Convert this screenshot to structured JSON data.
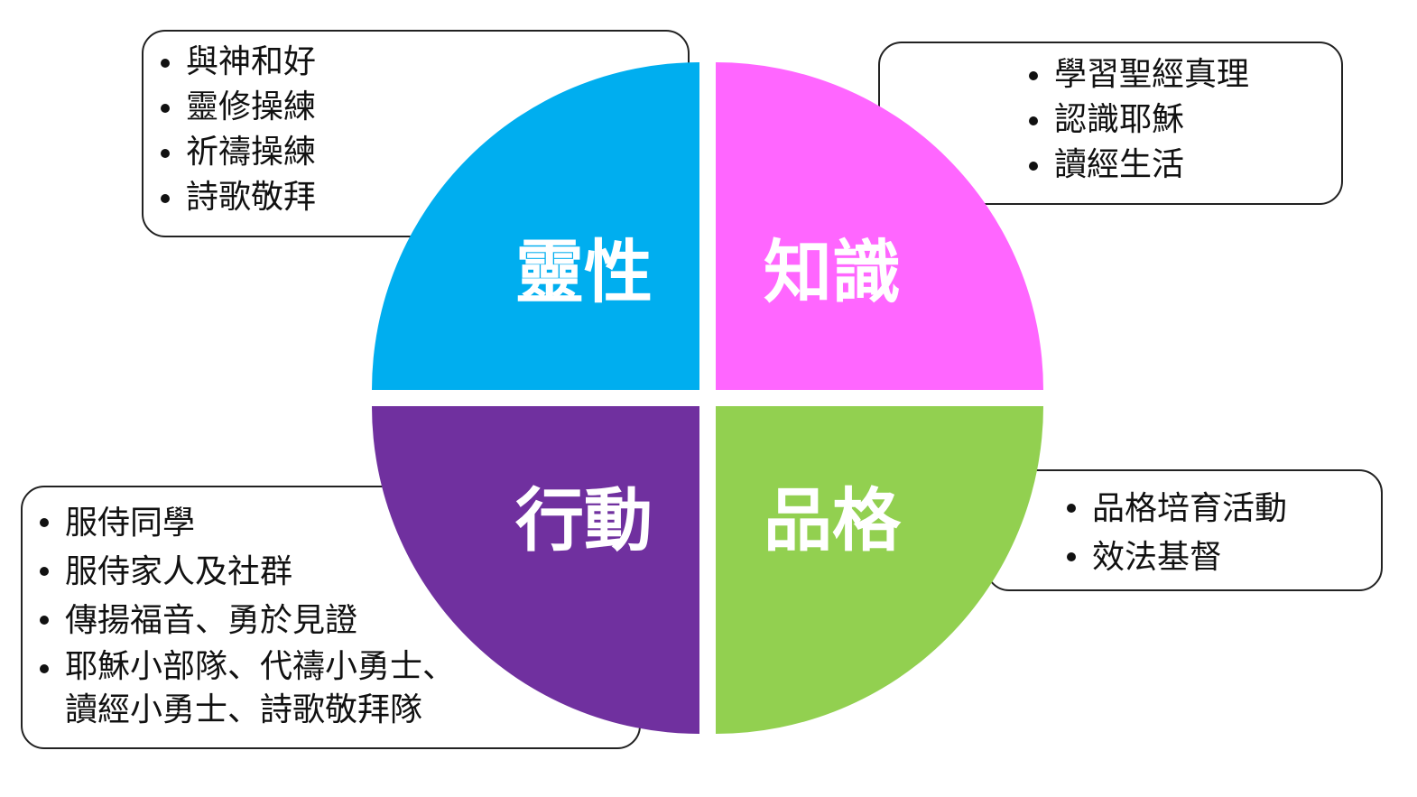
{
  "colors": {
    "spirit": "#00AEEF",
    "knowledge": "#FF66FF",
    "action": "#70309F",
    "character": "#92D050"
  },
  "quadrants": {
    "spirit": "靈性",
    "knowledge": "知識",
    "action": "行動",
    "character": "品格"
  },
  "boxes": {
    "spirit": [
      "與神和好",
      "靈修操練",
      "祈禱操練",
      "詩歌敬拜"
    ],
    "knowledge": [
      "學習聖經真理",
      "認識耶穌",
      "讀經生活"
    ],
    "action": [
      "服侍同學",
      "服侍家人及社群",
      "傳揚福音、勇於見證",
      "耶穌小部隊、代禱小勇士、",
      "讀經小勇士、詩歌敬拜隊"
    ],
    "character": [
      "品格培育活動",
      "效法基督"
    ]
  }
}
